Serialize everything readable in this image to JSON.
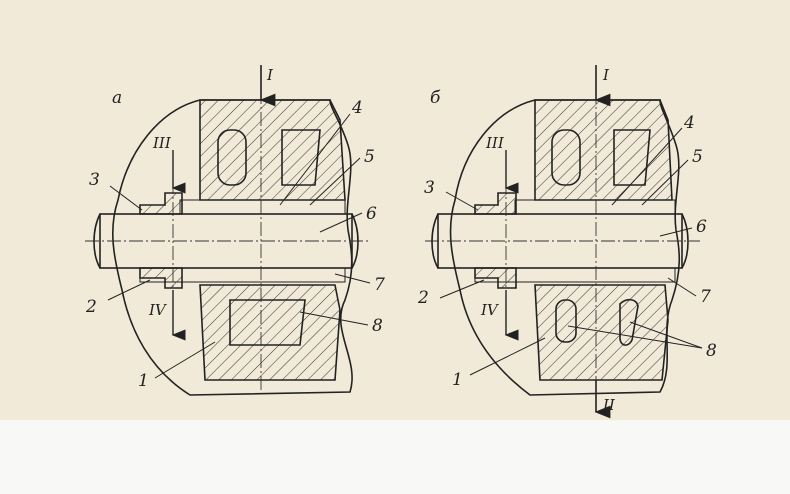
{
  "figure": {
    "panels": [
      {
        "id": "a",
        "letter": "а",
        "flow_labels": {
          "top": "I",
          "left_top": "III",
          "left_bottom": "IV"
        },
        "part_numbers": [
          "1",
          "2",
          "3",
          "4",
          "5",
          "6",
          "7",
          "8"
        ]
      },
      {
        "id": "b",
        "letter": "б",
        "flow_labels": {
          "top": "I",
          "bottom": "II",
          "left_top": "III",
          "left_bottom": "IV"
        },
        "part_numbers": [
          "1",
          "2",
          "3",
          "4",
          "5",
          "6",
          "7",
          "8"
        ]
      }
    ]
  },
  "colors": {
    "paper": "#f2ead8",
    "ink": "#222222",
    "lower_strip": "#f8f8f6"
  }
}
